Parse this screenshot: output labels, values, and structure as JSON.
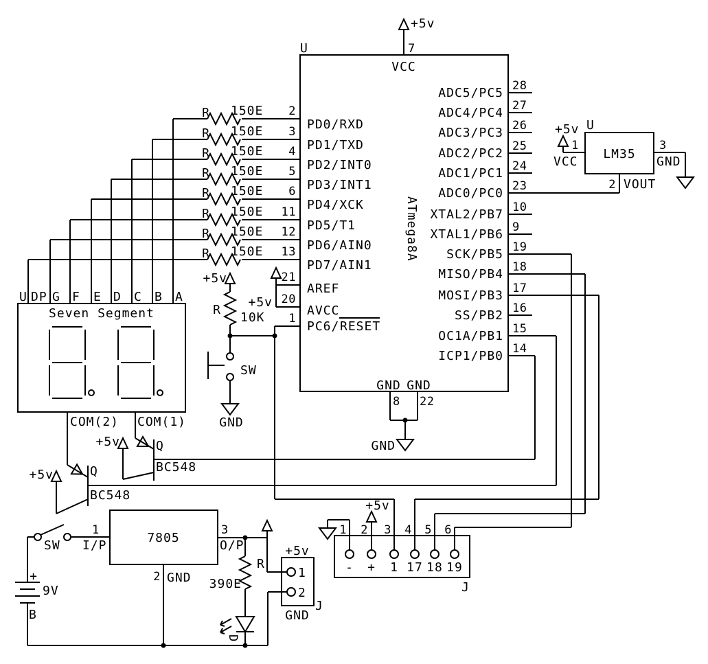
{
  "ic": {
    "designator": "U",
    "part": "ATmega8A",
    "top_pin": "7",
    "vcc_label": "VCC",
    "supply": "+5v",
    "left_pins": [
      {
        "num": "2",
        "label": "PD0/RXD"
      },
      {
        "num": "3",
        "label": "PD1/TXD"
      },
      {
        "num": "4",
        "label": "PD2/INT0"
      },
      {
        "num": "5",
        "label": "PD3/INT1"
      },
      {
        "num": "6",
        "label": "PD4/XCK"
      },
      {
        "num": "11",
        "label": "PD5/T1"
      },
      {
        "num": "12",
        "label": "PD6/AIN0"
      },
      {
        "num": "13",
        "label": "PD7/AIN1"
      }
    ],
    "right_pins": [
      {
        "num": "28",
        "label": "ADC5/PC5"
      },
      {
        "num": "27",
        "label": "ADC4/PC4"
      },
      {
        "num": "26",
        "label": "ADC3/PC3"
      },
      {
        "num": "25",
        "label": "ADC2/PC2"
      },
      {
        "num": "24",
        "label": "ADC1/PC1"
      },
      {
        "num": "23",
        "label": "ADC0/PC0"
      },
      {
        "num": "10",
        "label": "XTAL2/PB7"
      },
      {
        "num": "9",
        "label": "XTAL1/PB6"
      },
      {
        "num": "19",
        "label": "SCK/PB5"
      },
      {
        "num": "18",
        "label": "MISO/PB4"
      },
      {
        "num": "17",
        "label": "MOSI/PB3"
      },
      {
        "num": "16",
        "label": "SS/PB2"
      },
      {
        "num": "15",
        "label": "OC1A/PB1"
      },
      {
        "num": "14",
        "label": "ICP1/PB0"
      }
    ],
    "aref": {
      "num": "21",
      "label": "AREF"
    },
    "avcc": {
      "num": "20",
      "label": "AVCC",
      "supply": "+5v"
    },
    "reset": {
      "num": "1",
      "prefix": "PC6/",
      "name": "RESET"
    },
    "gnd": {
      "left_label": "GND",
      "right_label": "GND",
      "left_pin": "8",
      "right_pin": "22",
      "symbol_label": "GND"
    }
  },
  "segment_resistors": {
    "ref": "R",
    "value": "150E"
  },
  "display": {
    "designator": "U",
    "pins": [
      "DP",
      "G",
      "F",
      "E",
      "D",
      "C",
      "B",
      "A"
    ],
    "title": "Seven Segment",
    "com2": "COM(2)",
    "com1": "COM(1)"
  },
  "q1": {
    "ref": "Q",
    "part": "BC548",
    "supply": "+5v"
  },
  "q2": {
    "ref": "Q",
    "part": "BC548",
    "supply": "+5v"
  },
  "reset_circuit": {
    "supply": "+5v",
    "ref": "R",
    "value": "10K",
    "switch_label": "SW",
    "gnd": "GND"
  },
  "lm35": {
    "designator": "U",
    "part": "LM35",
    "supply": "+5v",
    "n1": "1",
    "p1": "VCC",
    "n3": "3",
    "p3": "GND",
    "n2": "2",
    "p2": "VOUT"
  },
  "psu": {
    "switch_label": "SW",
    "battery": {
      "plus": "+",
      "value": "9V",
      "ref": "B"
    },
    "regulator": {
      "part": "7805",
      "n1": "1",
      "in": "I/P",
      "n3": "3",
      "out": "O/P",
      "n2": "2",
      "gnd": "GND"
    }
  },
  "led_circuit": {
    "ref": "R",
    "value": "390E",
    "d_ref": "D"
  },
  "power_conn": {
    "supply": "+5v",
    "n1": "1",
    "n2": "2",
    "ref": "J",
    "gnd": "GND"
  },
  "isp": {
    "ref": "J",
    "supply": "+5v",
    "top_nums": [
      "1",
      "2",
      "3",
      "4",
      "5",
      "6"
    ],
    "labels": [
      "-",
      "+",
      "1",
      "17",
      "18",
      "19"
    ]
  }
}
